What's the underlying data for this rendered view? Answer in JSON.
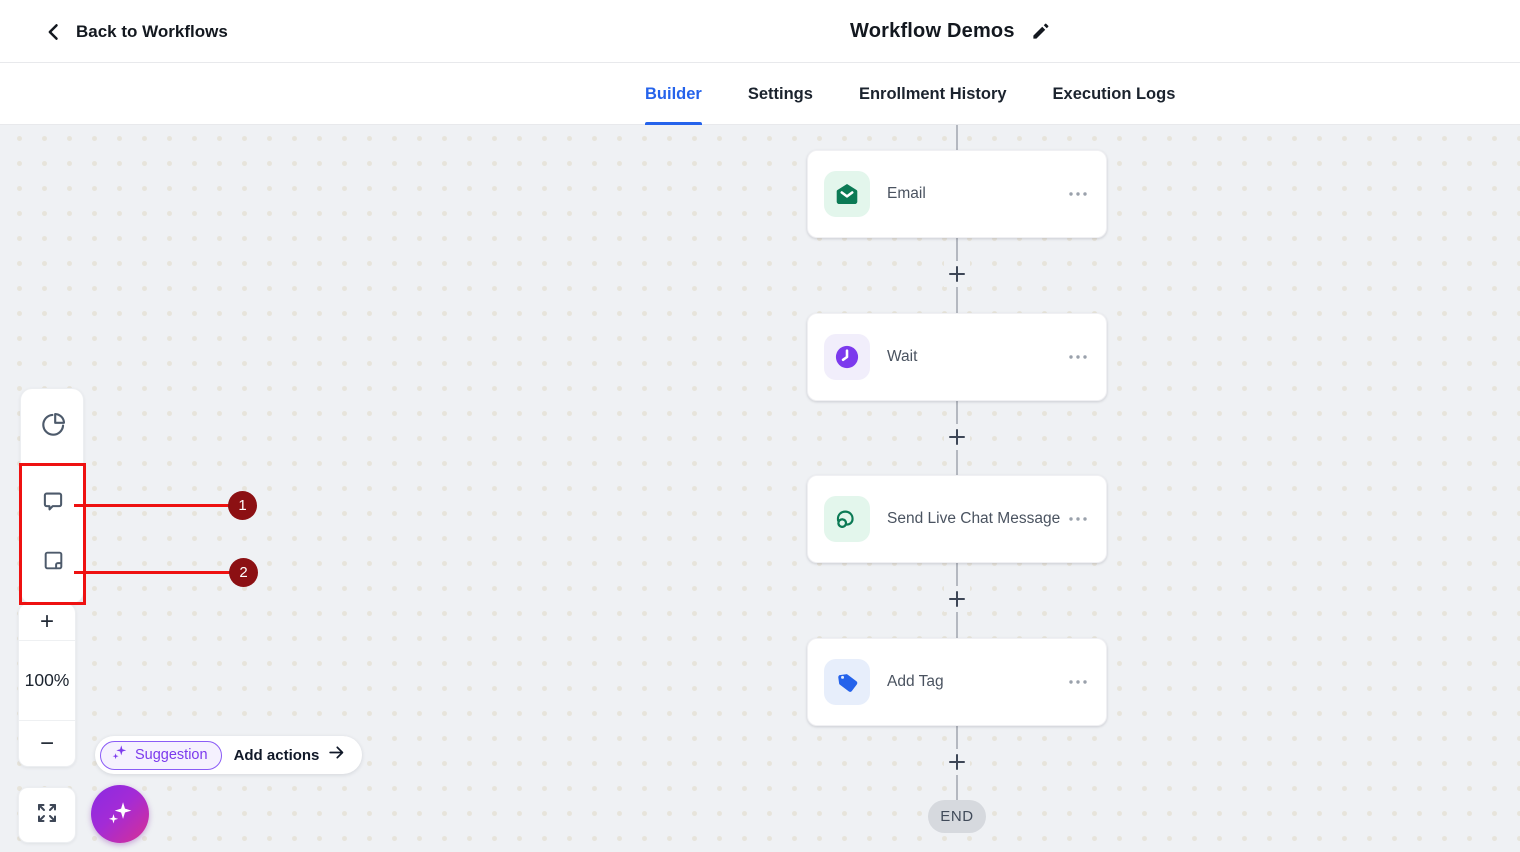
{
  "header": {
    "back_label": "Back to Workflows",
    "title": "Workflow Demos"
  },
  "tabs": {
    "items": [
      {
        "label": "Builder",
        "active": true
      },
      {
        "label": "Settings",
        "active": false
      },
      {
        "label": "Enrollment History",
        "active": false
      },
      {
        "label": "Execution Logs",
        "active": false
      }
    ],
    "active_color": "#2563eb"
  },
  "toolbar": {
    "tools": [
      "pie-chart",
      "comment",
      "sticky-note"
    ],
    "zoom_in_icon": "+",
    "zoom_level": "100%",
    "zoom_out_icon": "−",
    "fullscreen_icon": "expand-arrows"
  },
  "suggestion_bar": {
    "badge_label": "Suggestion",
    "action_label": "Add actions",
    "accent_color": "#7c3aed"
  },
  "ai_fab": {
    "icon": "sparkles",
    "gradient": [
      "#8a2be2",
      "#d82f93"
    ]
  },
  "canvas": {
    "nodes": [
      {
        "label": "Email",
        "icon": "email-icon",
        "icon_color": "#0c7a55",
        "icon_bg": "#e3f6ec"
      },
      {
        "label": "Wait",
        "icon": "clock-icon",
        "icon_color": "#7c3aed",
        "icon_bg": "#f1eefb"
      },
      {
        "label": "Send Live Chat Message",
        "icon": "live-chat-icon",
        "icon_color": "#0c7a55",
        "icon_bg": "#e3f6ec"
      },
      {
        "label": "Add Tag",
        "icon": "tag-icon",
        "icon_color": "#2563eb",
        "icon_bg": "#e7eefb"
      }
    ],
    "end_label": "END",
    "background": "#eff1f4",
    "dot_color": "#e7e4db"
  },
  "annotations": {
    "line_color": "#ee1111",
    "badge_color": "#8c1013",
    "badges": [
      {
        "number": "1",
        "target": "comment-tool"
      },
      {
        "number": "2",
        "target": "sticky-note-tool"
      }
    ]
  }
}
